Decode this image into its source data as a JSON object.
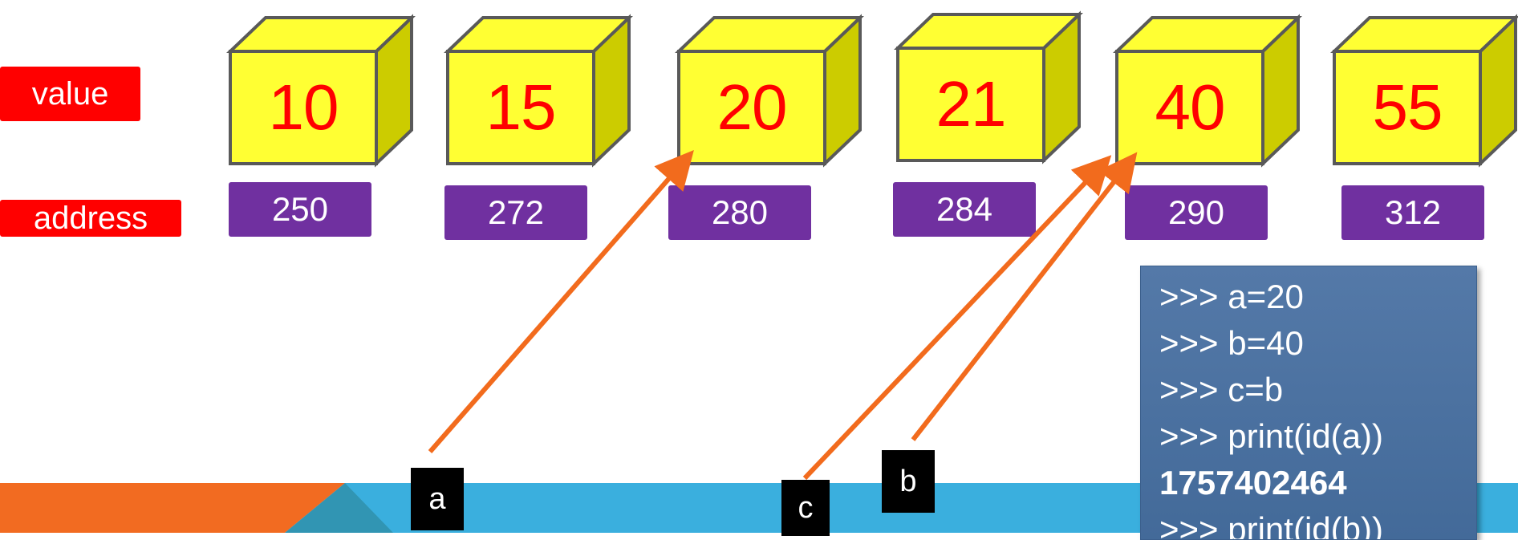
{
  "row_labels": {
    "value": "value",
    "address": "address"
  },
  "cells": [
    {
      "value": "10",
      "address": "250"
    },
    {
      "value": "15",
      "address": "272"
    },
    {
      "value": "20",
      "address": "280"
    },
    {
      "value": "21",
      "address": "284"
    },
    {
      "value": "40",
      "address": "290"
    },
    {
      "value": "55",
      "address": "312"
    }
  ],
  "variables": [
    {
      "name": "a",
      "points_to": "20"
    },
    {
      "name": "c",
      "points_to": "40"
    },
    {
      "name": "b",
      "points_to": "40"
    }
  ],
  "code_lines": [
    ">>> a=20",
    ">>> b=40",
    ">>> c=b",
    ">>> print(id(a))",
    "1757402464",
    ">>> print(id(b))"
  ],
  "colors": {
    "label_bg": "#ff0000",
    "cube_front": "#ffff33",
    "cube_side": "#cccc00",
    "cube_value_text": "#ff0000",
    "address_bg": "#7030a0",
    "arrow": "#f26b1d",
    "tag_bg": "#000000",
    "code_bg": "#4a70a0",
    "band_orange": "#f26b21",
    "band_blue": "#3aafde"
  }
}
